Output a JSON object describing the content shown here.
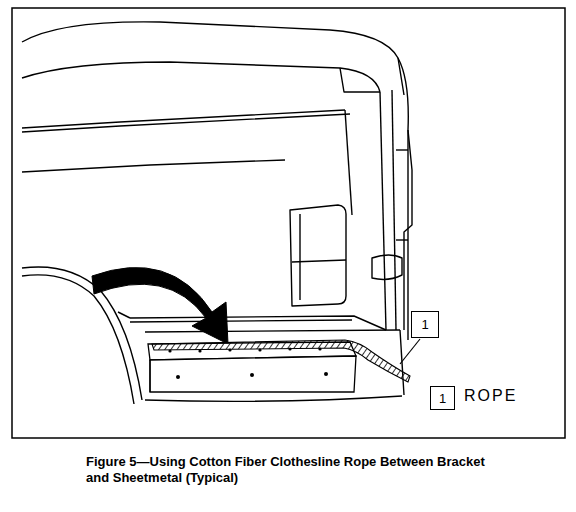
{
  "diagram": {
    "caption": "Figure 5—Using Cotton Fiber Clothesline Rope Between Bracket and Sheetmetal (Typical)",
    "nodes": [
      {
        "text": [
          "1"
        ]
      },
      {
        "text": [
          "1"
        ]
      }
    ],
    "labels": [
      "ROPE"
    ]
  }
}
